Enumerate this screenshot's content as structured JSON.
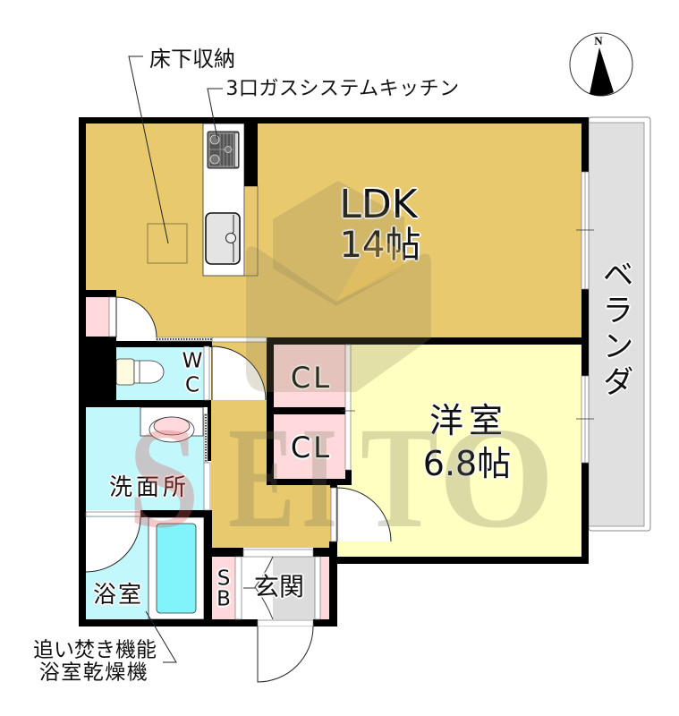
{
  "labels": {
    "underfloor_storage": "床下収納",
    "kitchen": "3口ガスシステムキッチン",
    "bath_feature_1": "追い焚き機能",
    "bath_feature_2": "浴室乾燥機"
  },
  "rooms": {
    "ldk": {
      "name": "LDK",
      "size": "14帖"
    },
    "western": {
      "name": "洋室",
      "size": "6.8帖"
    },
    "closet_upper": {
      "name": "CL"
    },
    "closet_lower": {
      "name": "CL"
    },
    "wc": {
      "line1": "W",
      "line2": "C"
    },
    "washroom": {
      "name": "洗面所"
    },
    "bathroom": {
      "name": "浴室"
    },
    "shoe_box": {
      "line1": "S",
      "line2": "B"
    },
    "entrance": {
      "name": "玄関"
    },
    "balcony": {
      "name": "ベランダ"
    }
  },
  "compass": {
    "label": "N"
  },
  "watermark": {
    "letters": [
      "S",
      "E",
      "I",
      "T",
      "O"
    ]
  },
  "colors": {
    "ldk_floor": "#e8c96e",
    "western_floor": "#ffffc2",
    "wet_area": "#c2f8fc",
    "closet": "#ffd9dc",
    "balcony": "#e0e0e0",
    "entrance_floor": "#dcdcdc",
    "bathtub_water": "#80f4fa",
    "wall": "#000000",
    "watermark_accent": "#d85a5a",
    "watermark_text": "#6f6f55",
    "logo_body": "#8a7d52",
    "logo_highlight": "#ffd25a"
  }
}
